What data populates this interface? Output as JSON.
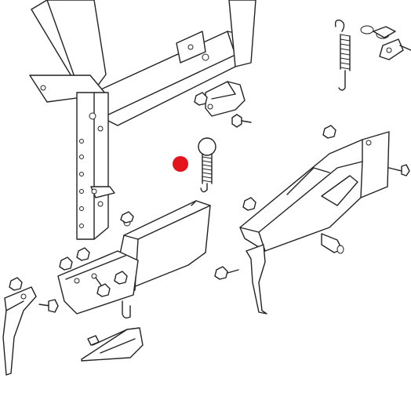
{
  "diagram": {
    "kind": "exploded-parts-view",
    "background": "#ffffff",
    "line_color": "#222222",
    "highlight": {
      "part": "extension-spring",
      "marker_color": "#e3141b"
    },
    "parts": [
      "frame-arm",
      "upper-support-bracket",
      "spring-pivot-bracket",
      "top-extension-spring",
      "highlighted-extension-spring",
      "left-shank-plate",
      "shield-housing",
      "left-tine",
      "sweep-shovel",
      "right-tine-assembly",
      "right-tine"
    ]
  }
}
